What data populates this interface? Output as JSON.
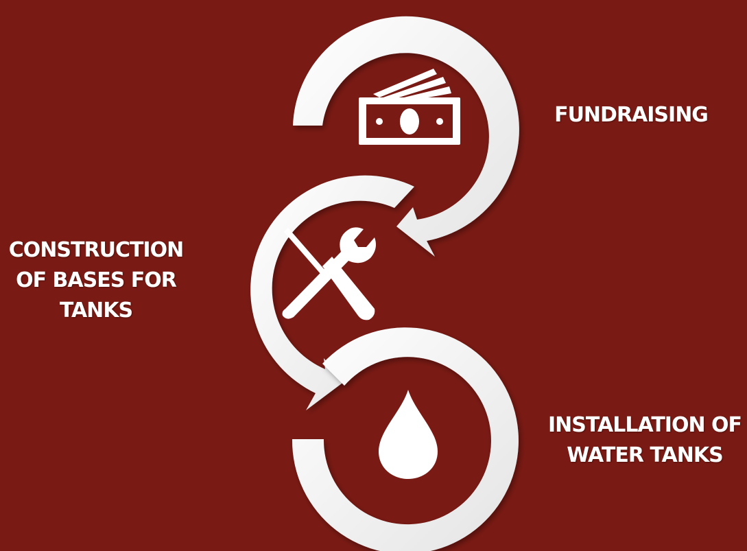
{
  "steps": [
    {
      "icon": "money-icon",
      "label_lines": [
        "FUNDRAISING"
      ]
    },
    {
      "icon": "tools-icon",
      "label_lines": [
        "CONSTRUCTION",
        "OF BASES FOR",
        "TANKS"
      ]
    },
    {
      "icon": "water-drop-icon",
      "label_lines": [
        "INSTALLATION OF",
        "WATER TANKS"
      ]
    }
  ],
  "colors": {
    "background": "#7a1a14",
    "foreground": "#ffffff"
  }
}
